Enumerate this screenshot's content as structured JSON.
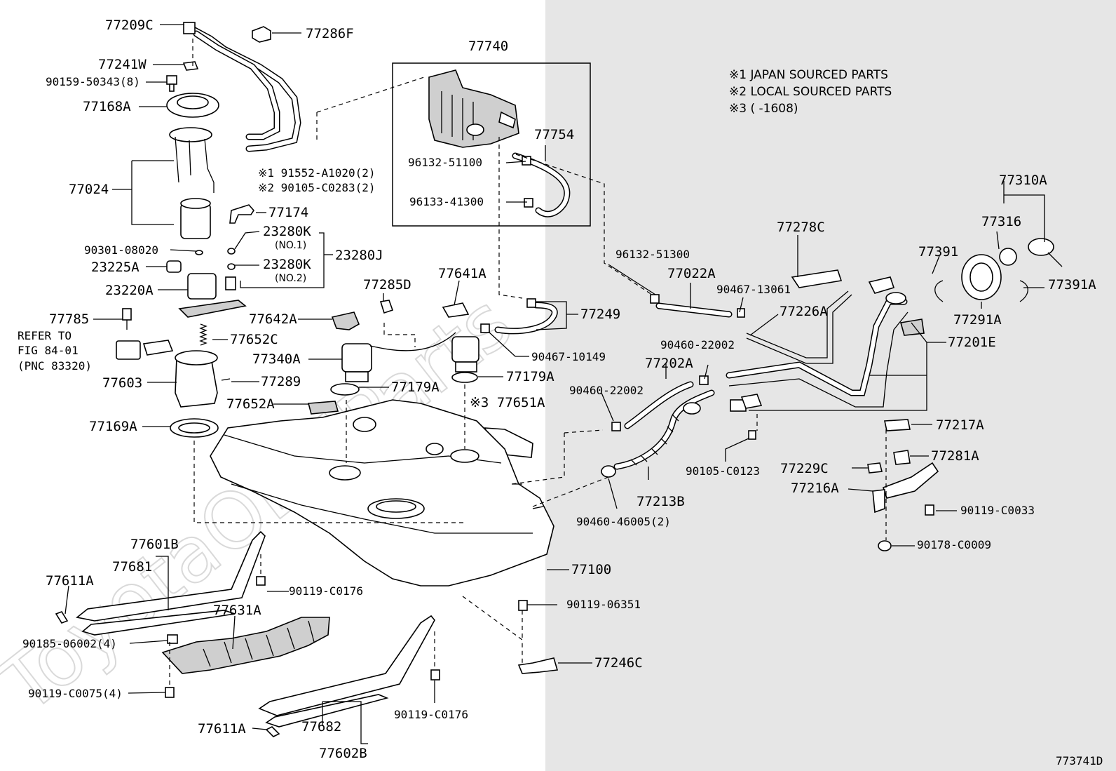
{
  "notes": [
    "※1 JAPAN SOURCED PARTS",
    "※2 LOCAL SOURCED PARTS",
    "※3 (       -1608)"
  ],
  "figure_id": "773741D",
  "watermark": "ToyotaOEMParts",
  "refer": [
    "REFER TO",
    "FIG 84-01",
    "(PNC 83320)"
  ],
  "labels": {
    "l77209C": "77209C",
    "l77286F": "77286F",
    "l77241W": "77241W",
    "l90159": "90159-50343(8)",
    "l77168A": "77168A",
    "l77024": "77024",
    "l77174": "77174",
    "l90301": "90301-08020",
    "l23280K1": "23280K",
    "lno1": "(NO.1)",
    "l23280J": "23280J",
    "l23280K2": "23280K",
    "lno2": "(NO.2)",
    "l23225A": "23225A",
    "l23220A": "23220A",
    "l77785": "77785",
    "l77652C": "77652C",
    "l77603": "77603",
    "l77289": "77289",
    "l77169A": "77169A",
    "l77652A": "77652A",
    "l77340A": "77340A",
    "l77642A": "77642A",
    "l77285D": "77285D",
    "l77641A": "77641A",
    "l77179A1": "77179A",
    "l77179A2": "77179A",
    "l77651A": "※3 77651A",
    "l90467_10149": "90467-10149",
    "l77249": "77249",
    "l77740": "77740",
    "l77754": "77754",
    "l96132_51100": "96132-51100",
    "l96133": "96133-41300",
    "l191552": "※1 91552-A1020(2)",
    "l290105": "※2 90105-C0283(2)",
    "l96132_51300": "96132-51300",
    "l77022A": "77022A",
    "l90467_13061": "90467-13061",
    "l77226A": "77226A",
    "l77278C": "77278C",
    "l77391": "77391",
    "l77316": "77316",
    "l77310A": "77310A",
    "l77391A": "77391A",
    "l77291A": "77291A",
    "l77201E": "77201E",
    "l90460_22002a": "90460-22002",
    "l77202A": "77202A",
    "l90460_22002b": "90460-22002",
    "l77217A": "77217A",
    "l77281A": "77281A",
    "l77229C": "77229C",
    "l77216A": "77216A",
    "l90105_C0123": "90105-C0123",
    "l77213B": "77213B",
    "l90460_46005": "90460-46005(2)",
    "l90119_C0033": "90119-C0033",
    "l90178": "90178-C0009",
    "l77100": "77100",
    "l77601B": "77601B",
    "l77681": "77681",
    "l77611A1": "77611A",
    "l90119_C0176a": "90119-C0176",
    "l77631A": "77631A",
    "l90185": "90185-06002(4)",
    "l90119_C0075": "90119-C0075(4)",
    "l90119_06351": "90119-06351",
    "l77246C": "77246C",
    "l90119_C0176b": "90119-C0176",
    "l77611A2": "77611A",
    "l77682": "77682",
    "l77602B": "77602B"
  }
}
